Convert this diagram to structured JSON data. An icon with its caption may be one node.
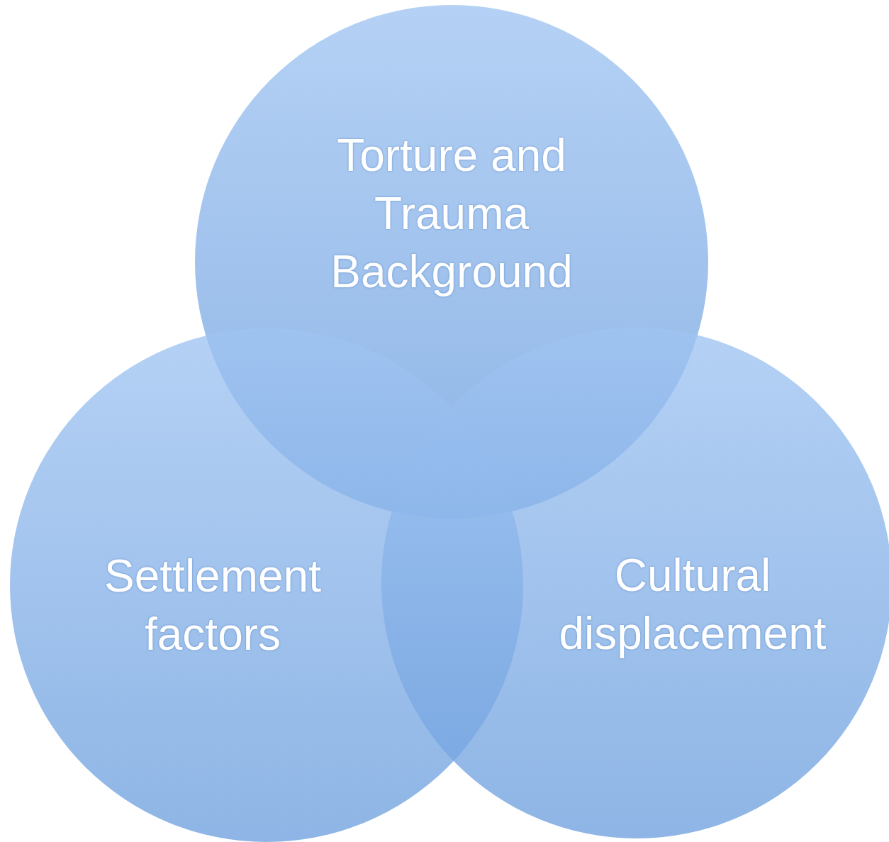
{
  "diagram": {
    "nodes": [
      {
        "text": [
          "Torture and Trauma Background"
        ]
      },
      {
        "text": [
          "Settlement factors"
        ]
      },
      {
        "text": [
          "Cultural displacement"
        ]
      }
    ]
  }
}
